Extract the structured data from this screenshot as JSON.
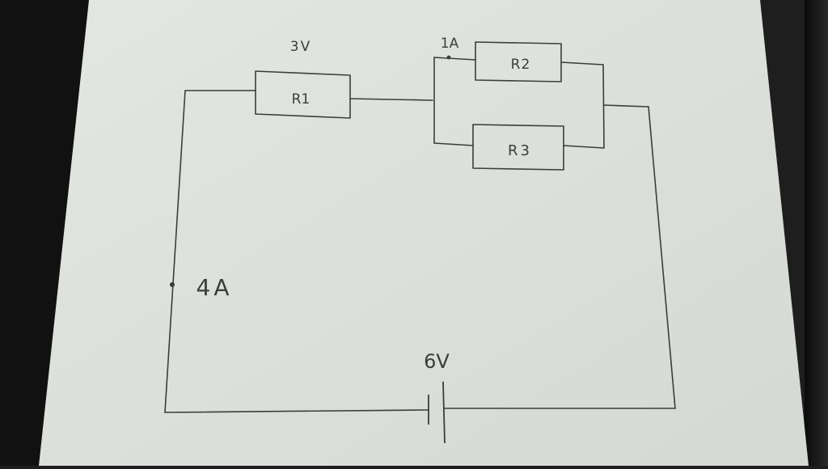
{
  "colors": {
    "background": "#1e1e1e",
    "paper": "#dfe3dc",
    "ink": "#3a3d3c"
  },
  "components": {
    "r1": {
      "label": "R1",
      "annotation": "3V"
    },
    "r2": {
      "label": "R2",
      "annotation": "1A"
    },
    "r3": {
      "label": "R3"
    },
    "battery": {
      "annotation": "6V"
    },
    "main_current": {
      "annotation": "4A"
    }
  }
}
